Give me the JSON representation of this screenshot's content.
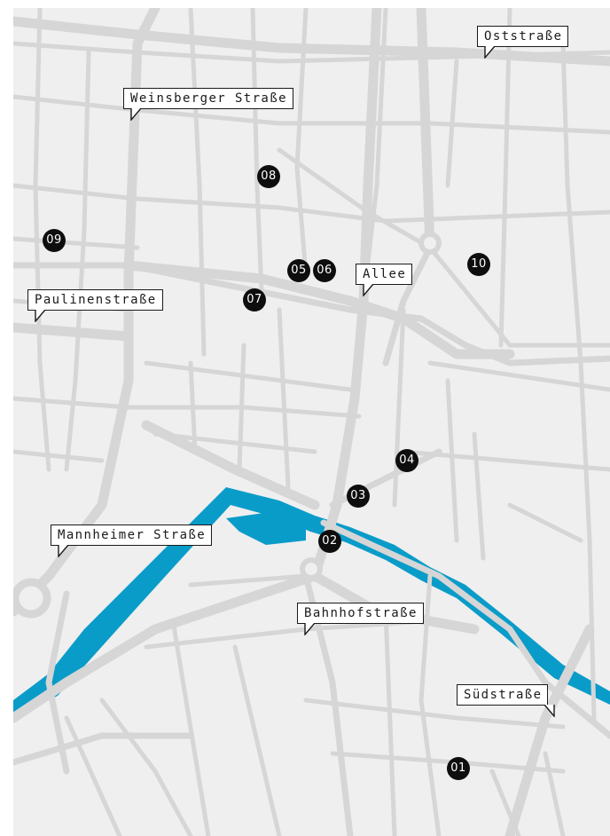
{
  "streets": [
    {
      "id": "oststrasse",
      "name": "Oststraße"
    },
    {
      "id": "weinsberger",
      "name": "Weinsberger Straße"
    },
    {
      "id": "allee",
      "name": "Allee"
    },
    {
      "id": "paulinen",
      "name": "Paulinenstraße"
    },
    {
      "id": "mannheimer",
      "name": "Mannheimer Straße"
    },
    {
      "id": "bahnhof",
      "name": "Bahnhofstraße"
    },
    {
      "id": "sued",
      "name": "Südstraße"
    }
  ],
  "markers": [
    "01",
    "02",
    "03",
    "04",
    "05",
    "06",
    "07",
    "08",
    "09",
    "10"
  ],
  "colors": {
    "background": "#efefef",
    "road": "#d6d6d6",
    "river": "#0a9cc9",
    "marker": "#0e0e0e",
    "label_border": "#1a1a1a"
  }
}
